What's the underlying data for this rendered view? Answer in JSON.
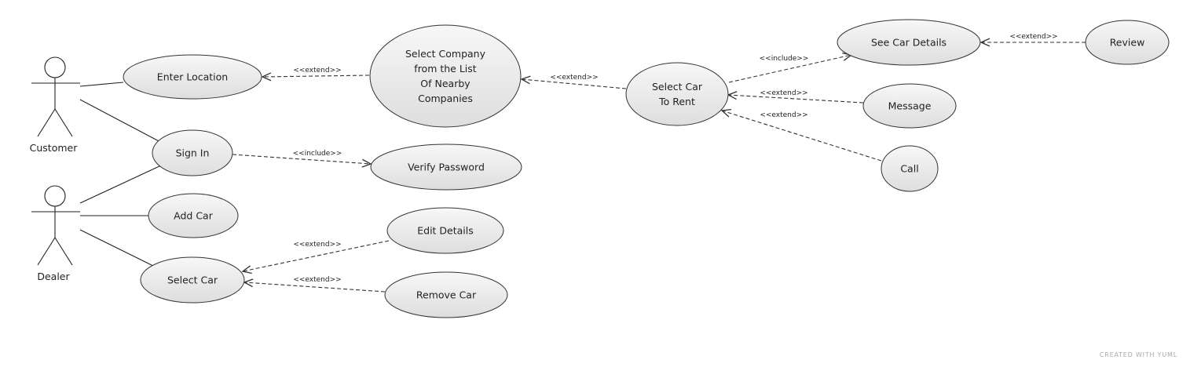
{
  "diagram": {
    "actors": [
      {
        "id": "customer",
        "label": "Customer"
      },
      {
        "id": "dealer",
        "label": "Dealer"
      }
    ],
    "use_cases": [
      {
        "id": "enter-location",
        "lines": [
          "Enter Location"
        ]
      },
      {
        "id": "select-company",
        "lines": [
          "Select Company",
          "from the List",
          "Of Nearby",
          "Companies"
        ]
      },
      {
        "id": "select-car-to-rent",
        "lines": [
          "Select Car",
          "To Rent"
        ]
      },
      {
        "id": "see-car-details",
        "lines": [
          "See Car Details"
        ]
      },
      {
        "id": "review",
        "lines": [
          "Review"
        ]
      },
      {
        "id": "message",
        "lines": [
          "Message"
        ]
      },
      {
        "id": "call",
        "lines": [
          "Call"
        ]
      },
      {
        "id": "sign-in",
        "lines": [
          "Sign In"
        ]
      },
      {
        "id": "verify-password",
        "lines": [
          "Verify Password"
        ]
      },
      {
        "id": "add-car",
        "lines": [
          "Add Car"
        ]
      },
      {
        "id": "select-car",
        "lines": [
          "Select Car"
        ]
      },
      {
        "id": "edit-details",
        "lines": [
          "Edit Details"
        ]
      },
      {
        "id": "remove-car",
        "lines": [
          "Remove Car"
        ]
      }
    ],
    "associations": [
      {
        "actor": "customer",
        "use_case": "enter-location"
      },
      {
        "actor": "customer",
        "use_case": "sign-in"
      },
      {
        "actor": "dealer",
        "use_case": "sign-in"
      },
      {
        "actor": "dealer",
        "use_case": "add-car"
      },
      {
        "actor": "dealer",
        "use_case": "select-car"
      }
    ],
    "relationships": [
      {
        "from": "select-company",
        "to": "enter-location",
        "stereotype": "<<extend>>"
      },
      {
        "from": "select-car-to-rent",
        "to": "select-company",
        "stereotype": "<<extend>>"
      },
      {
        "from": "select-car-to-rent",
        "to": "see-car-details",
        "stereotype": "<<include>>"
      },
      {
        "from": "review",
        "to": "see-car-details",
        "stereotype": "<<extend>>"
      },
      {
        "from": "message",
        "to": "select-car-to-rent",
        "stereotype": "<<extend>>"
      },
      {
        "from": "call",
        "to": "select-car-to-rent",
        "stereotype": "<<extend>>"
      },
      {
        "from": "sign-in",
        "to": "verify-password",
        "stereotype": "<<include>>"
      },
      {
        "from": "edit-details",
        "to": "select-car",
        "stereotype": "<<extend>>"
      },
      {
        "from": "remove-car",
        "to": "select-car",
        "stereotype": "<<extend>>"
      }
    ]
  },
  "footer": {
    "watermark": "CREATED WITH YUML"
  }
}
